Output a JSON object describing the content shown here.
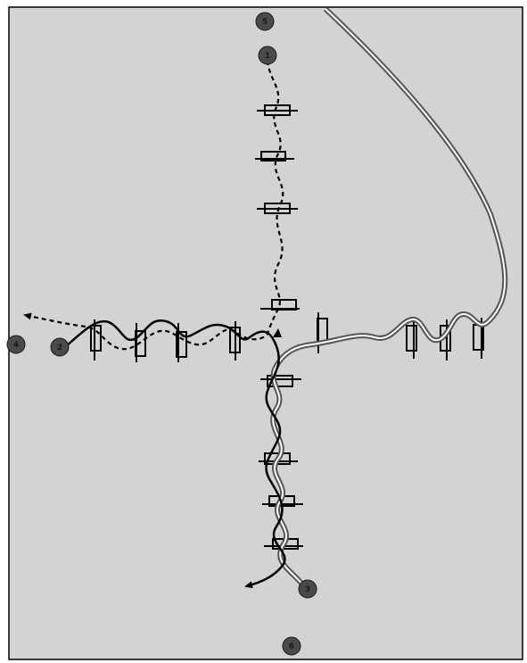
{
  "diagram": {
    "background_color": "#d3d3d3",
    "border_color": "#000000",
    "markers": [
      {
        "id": "marker-1",
        "label": "1"
      },
      {
        "id": "marker-2",
        "label": "2"
      },
      {
        "id": "marker-3",
        "label": "3"
      },
      {
        "id": "marker-4",
        "label": "4"
      },
      {
        "id": "marker-5",
        "label": "5"
      },
      {
        "id": "marker-6",
        "label": "6"
      }
    ],
    "colors": {
      "marker_fill": "#4a4a4a",
      "marker_stroke": "#1a1a1a",
      "marker_text": "#1a1a1a",
      "path_black": "#000000",
      "path_double_outer": "#555555",
      "path_double_inner": "#ffffff"
    },
    "path_styles": [
      "dashed",
      "solid",
      "double-line"
    ],
    "obstacle_icon": "rectangle-with-line"
  }
}
